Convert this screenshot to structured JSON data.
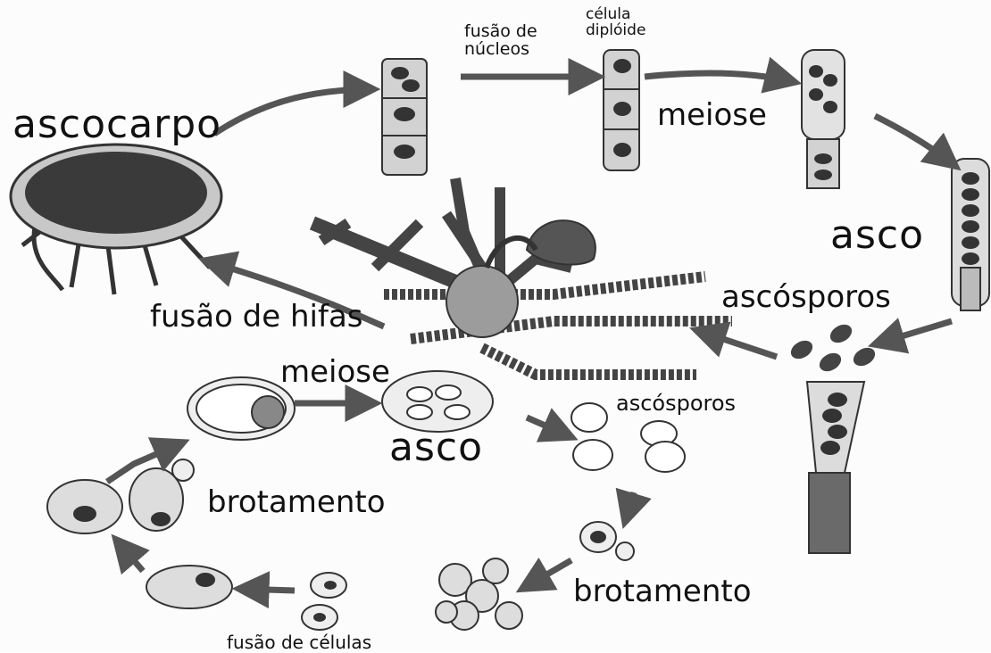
{
  "labels": {
    "ascocarpo": "ascocarpo",
    "fusao_de_nucleos": "fusão de núcleos",
    "celula_diploide": "célula diplóide",
    "meiose_top": "meiose",
    "asco_right": "asco",
    "ascosporos_right": "ascósporos",
    "fusao_de_hifas": "fusão de hifas",
    "meiose_bottom": "meiose",
    "asco_bottom": "asco",
    "ascosporos_bottom": "ascósporos",
    "brotamento_left": "brotamento",
    "brotamento_bottom": "brotamento",
    "fusao_de_celulas": "fusão de células"
  }
}
